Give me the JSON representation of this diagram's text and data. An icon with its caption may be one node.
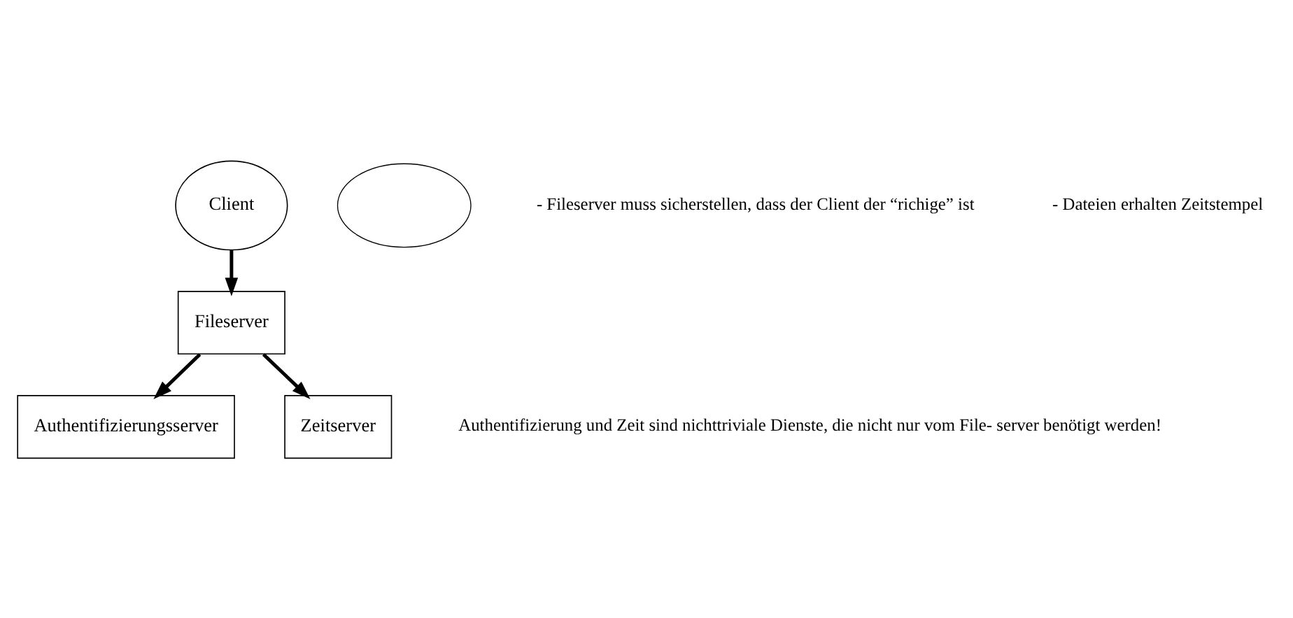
{
  "diagram": {
    "nodes": [
      {
        "text": [
          "Authentifizierungsserver"
        ]
      },
      {
        "text": [
          "Zeitserver"
        ]
      },
      {
        "text": [],
        "shape": "cloud"
      },
      {
        "text": [
          "Fileserver"
        ]
      },
      {
        "text": [
          "Client"
        ]
      }
    ],
    "edges": [
      {
        "from": 3,
        "to": 0,
        "arrow": "to"
      },
      {
        "from": 3,
        "to": 1,
        "arrow": "to"
      },
      {
        "from": 4,
        "to": 3,
        "arrow": "to"
      }
    ],
    "labels": [
      "Authentifizierung und Zeit sind nichttriviale Dienste, die nicht nur vom File- server benötigt werden!",
      "- Fileserver muss sicherstellen, dass der Client der “richige” ist",
      "- Dateien erhalten Zeitstempel"
    ]
  }
}
